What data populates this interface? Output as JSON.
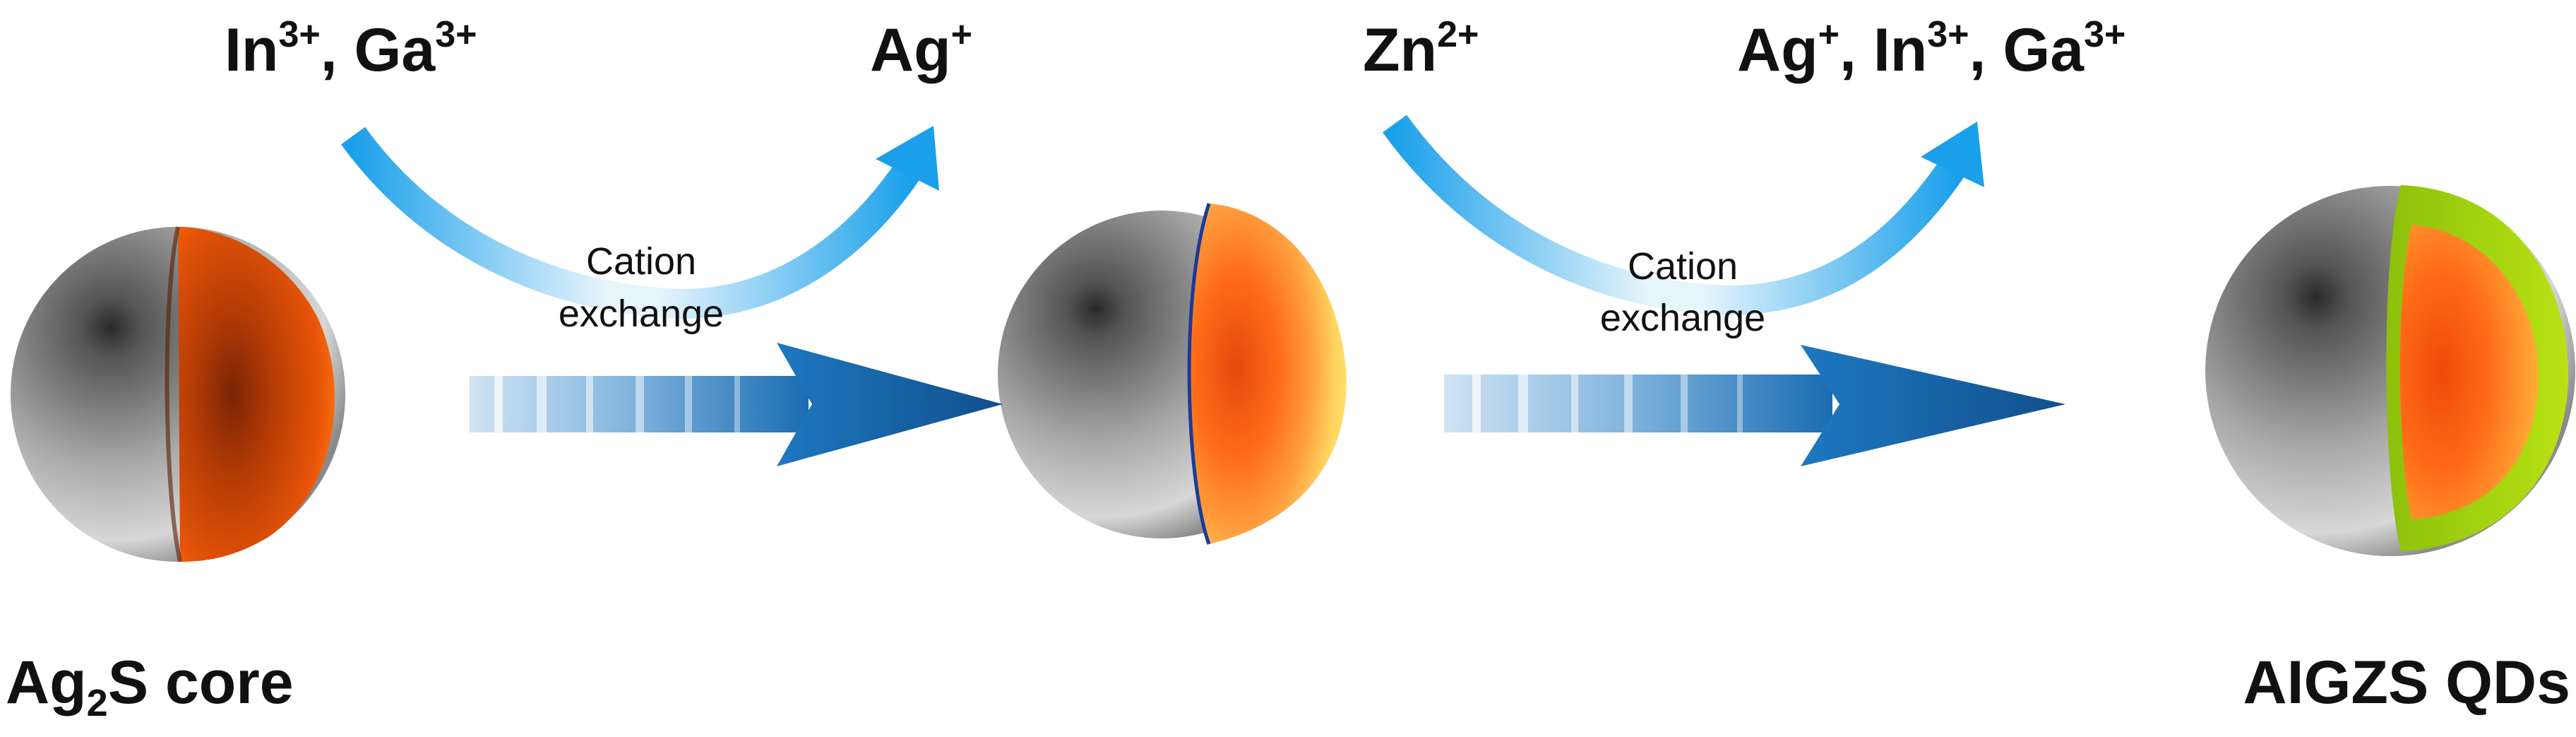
{
  "step1": {
    "incoming_ions": {
      "ion1": "In",
      "ion1_sup": "3+",
      "sep": ", ",
      "ion2": "Ga",
      "ion2_sup": "3+"
    },
    "outgoing_ions": {
      "ion1": "Ag",
      "ion1_sup": "+"
    },
    "process_label": [
      "Cation",
      "exchange"
    ]
  },
  "step2": {
    "incoming_ions": {
      "ion1": "Zn",
      "ion1_sup": "2+"
    },
    "outgoing_ions": {
      "ion1": "Ag",
      "ion1_sup": "+",
      "sep1": ", ",
      "ion2": "In",
      "ion2_sup": "3+",
      "sep2": ", ",
      "ion3": "Ga",
      "ion3_sup": "3+"
    },
    "process_label": [
      "Cation",
      "exchange"
    ]
  },
  "captions": {
    "left": {
      "main": "Ag",
      "sub": "2",
      "rest": "S core"
    },
    "right": {
      "text": "AIGZS QDs"
    }
  },
  "colors": {
    "shell_gray_light": "#d8d8d8",
    "shell_gray_dark": "#2b2b2b",
    "core_orange_dark": "#b33b05",
    "core_orange": "#ff6a10",
    "core_yellow": "#ffe060",
    "shell_green": "#a6d80a",
    "arrow_blue": "#1d6fb5",
    "curve_blue": "#1aa0ea"
  }
}
